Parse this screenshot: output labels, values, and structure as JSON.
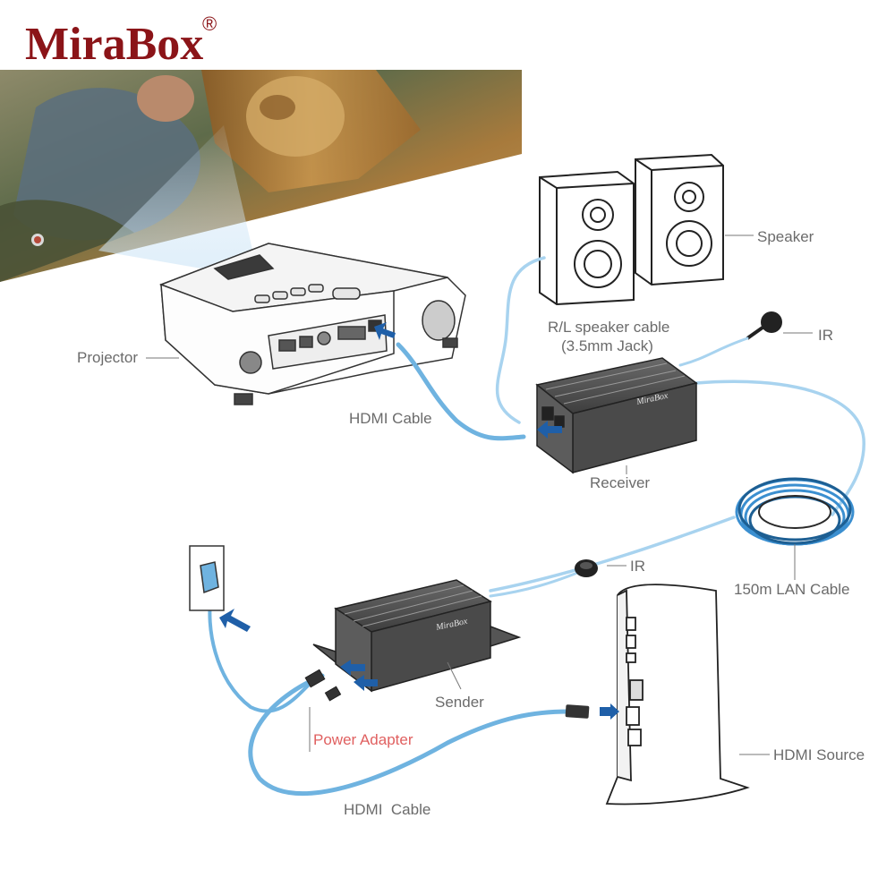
{
  "brand": {
    "name": "MiraBox",
    "registered": "®",
    "device_text": "MiraBox"
  },
  "labels": {
    "projector": "Projector",
    "hdmi_cable_top": "HDMI Cable",
    "speaker_cable_line1": "R/L speaker cable",
    "speaker_cable_line2": "(3.5mm Jack)",
    "speaker": "Speaker",
    "ir_receiver": "IR",
    "receiver": "Receiver",
    "lan_cable": "150m LAN Cable",
    "ir_sender": "IR",
    "sender": "Sender",
    "power_adapter": "Power Adapter",
    "hdmi_source": "HDMI Source",
    "hdmi_cable_bottom": "HDMI  Cable"
  },
  "colors": {
    "brand": "#8b1418",
    "cable": "#6fb3e0",
    "cable_dark": "#2a7fbf",
    "arrow": "#1f5fa8",
    "label": "#6b6b6b",
    "power_label": "#e06060",
    "device_body": "#555555"
  }
}
